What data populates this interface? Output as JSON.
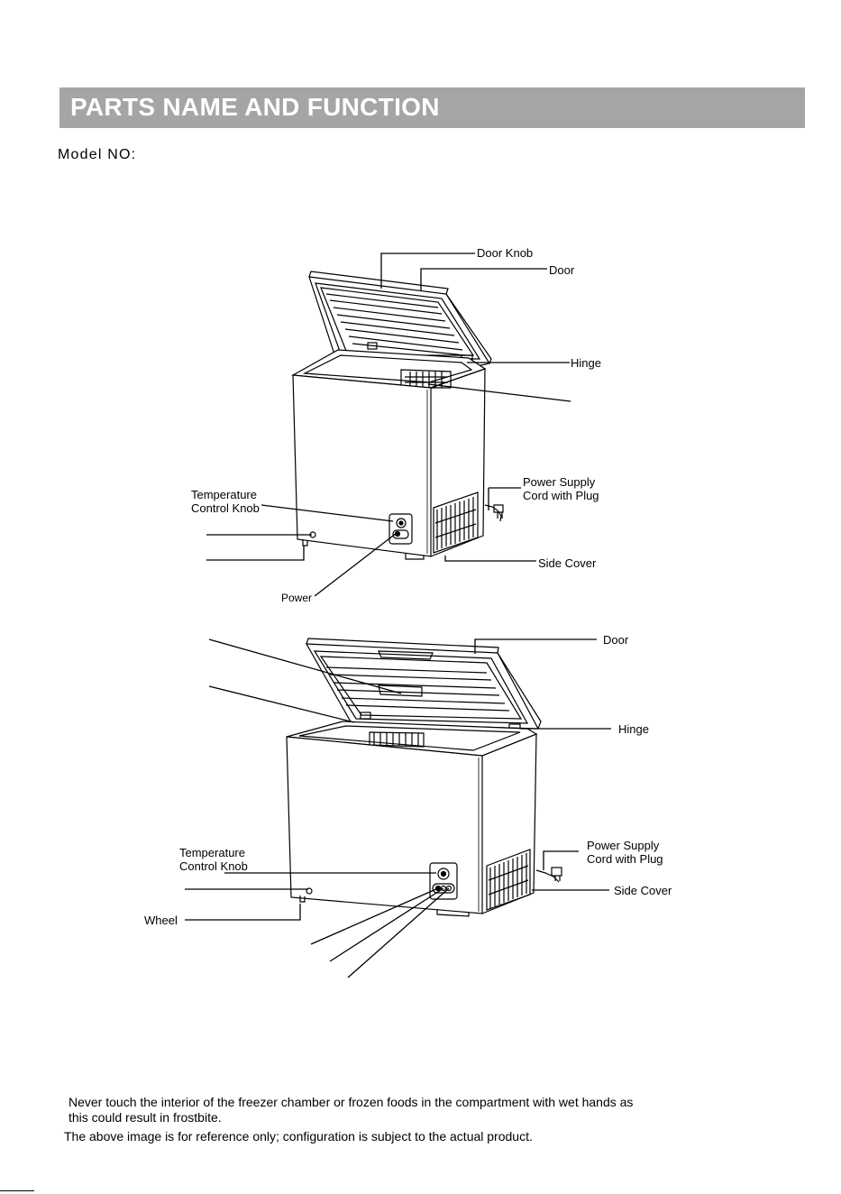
{
  "header": {
    "title": "PARTS NAME AND FUNCTION"
  },
  "model": {
    "label": "Model NO:"
  },
  "diagram_top": {
    "labels": {
      "door_knob": "Door Knob",
      "door": "Door",
      "hinge": "Hinge",
      "temp_knob_line1": "Temperature",
      "temp_knob_line2": "Control Knob",
      "power": "Power",
      "power_cord_line1": "Power Supply",
      "power_cord_line2": "Cord with Plug",
      "side_cover": "Side Cover"
    }
  },
  "diagram_bottom": {
    "labels": {
      "door": "Door",
      "hinge": "Hinge",
      "temp_knob_line1": "Temperature",
      "temp_knob_line2": "Control Knob",
      "wheel": "Wheel",
      "power_cord_line1": "Power Supply",
      "power_cord_line2": "Cord with Plug",
      "side_cover": "Side Cover"
    }
  },
  "notes": {
    "warning": "Never touch the interior of the freezer chamber or frozen foods in the compartment with wet hands as this could result in frostbite.",
    "disclaimer": "The above image is for reference only; configuration is subject to the actual product."
  }
}
